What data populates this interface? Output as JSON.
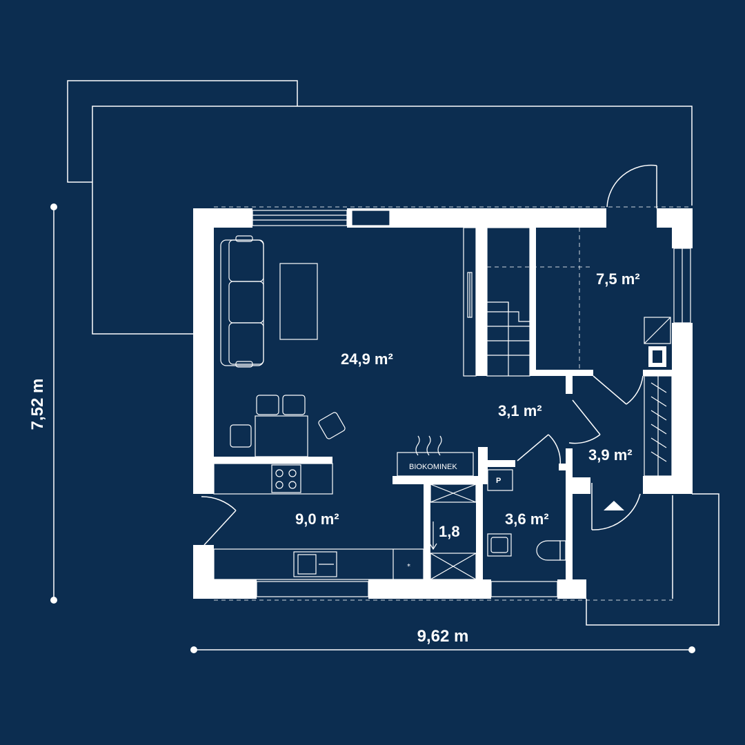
{
  "dimensions": {
    "width_label": "9,62 m",
    "height_label": "7,52 m"
  },
  "rooms": {
    "living": "24,9 m²",
    "room_right": "7,5 m²",
    "hall": "3,1 m²",
    "entrance": "3,9 m²",
    "kitchen": "9,0 m²",
    "bathroom": "3,6 m²",
    "storage": "1,8"
  },
  "labels": {
    "fireplace": "BIOKOMINEK",
    "p_marker": "P"
  },
  "colors": {
    "background": "#0c2d50",
    "lines": "#ffffff"
  }
}
